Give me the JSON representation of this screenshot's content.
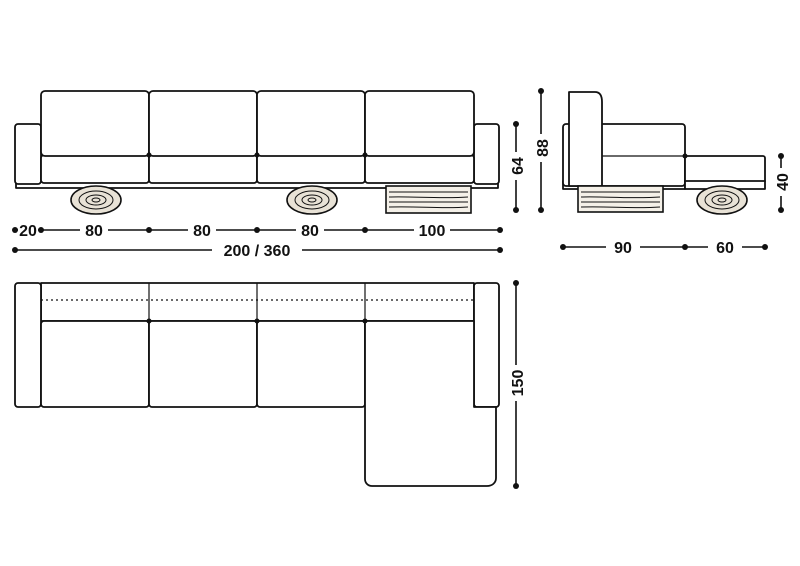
{
  "dimensions": {
    "front_width_arm": "20",
    "front_width_seat_1": "80",
    "front_width_seat_2": "80",
    "front_width_seat_3": "80",
    "front_width_chaise": "100",
    "front_total": "200 / 360",
    "front_height_seat": "64",
    "front_height_back": "88",
    "side_depth": "90",
    "side_chaise_extra": "60",
    "side_seat_height": "40",
    "plan_chaise_depth": "150"
  }
}
